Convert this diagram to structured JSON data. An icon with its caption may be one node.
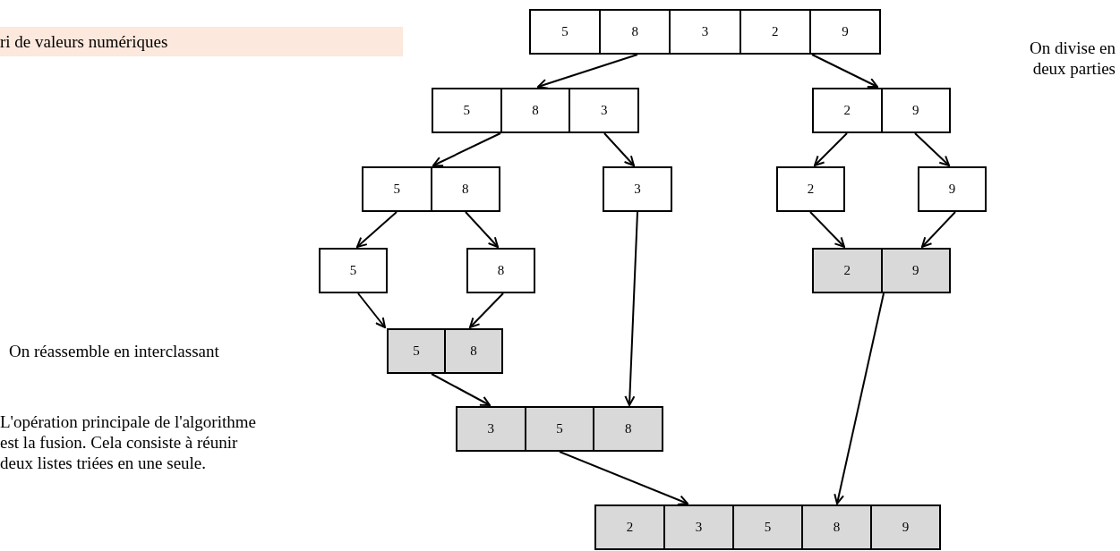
{
  "diagram": {
    "nodes": [
      {
        "text": [
          "ri de valeurs numériques"
        ]
      },
      {
        "text": [
          "5",
          "8",
          "3",
          "2",
          "9"
        ]
      },
      {
        "text": [
          "5",
          "8",
          "3"
        ]
      },
      {
        "text": [
          "2",
          "9"
        ]
      },
      {
        "text": [
          "5",
          "8"
        ]
      },
      {
        "text": [
          "3"
        ]
      },
      {
        "text": [
          "2"
        ]
      },
      {
        "text": [
          "9"
        ]
      },
      {
        "text": [
          "5"
        ]
      },
      {
        "text": [
          "8"
        ]
      },
      {
        "text": [
          "2",
          "9"
        ]
      },
      {
        "text": [
          "5",
          "8"
        ]
      },
      {
        "text": [
          "3",
          "5",
          "8"
        ]
      },
      {
        "text": [
          "2",
          "3",
          "5",
          "8",
          "9"
        ]
      }
    ],
    "edges": [
      {
        "from": 1,
        "to": 2,
        "arrow": "to"
      },
      {
        "from": 1,
        "to": 3,
        "arrow": "to"
      },
      {
        "from": 2,
        "to": 4,
        "arrow": "to"
      },
      {
        "from": 2,
        "to": 5,
        "arrow": "to"
      },
      {
        "from": 3,
        "to": 6,
        "arrow": "to"
      },
      {
        "from": 3,
        "to": 7,
        "arrow": "to"
      },
      {
        "from": 4,
        "to": 8,
        "arrow": "to"
      },
      {
        "from": 4,
        "to": 9,
        "arrow": "to"
      },
      {
        "from": 6,
        "to": 10,
        "arrow": "to"
      },
      {
        "from": 7,
        "to": 10,
        "arrow": "to"
      },
      {
        "from": 8,
        "to": 11,
        "arrow": "to"
      },
      {
        "from": 9,
        "to": 11,
        "arrow": "to"
      },
      {
        "from": 5,
        "to": 12,
        "arrow": "to"
      },
      {
        "from": 11,
        "to": 12,
        "arrow": "to"
      },
      {
        "from": 10,
        "to": 13,
        "arrow": "to"
      },
      {
        "from": 12,
        "to": 13,
        "arrow": "to"
      }
    ],
    "labels": [
      "On divise en deux parties",
      "On réassemble en interclassant",
      "L'opération principale de l'algorithme est la fusion. Cela consiste à réunir deux listes triées en une seule."
    ]
  }
}
